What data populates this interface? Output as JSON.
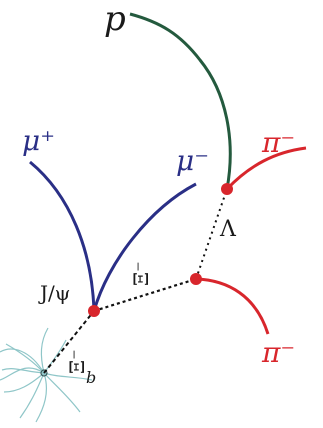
{
  "colors": {
    "background": "#ffffff",
    "proton_track": "#245a3e",
    "muon_track": "#2a2f86",
    "pion_track": "#d8262c",
    "vertex": "#d8262c",
    "neutral_track": "#111111",
    "primary_vertex_tracks": "#8fc6c8",
    "label_dark": "#1a1a1a"
  },
  "labels": {
    "proton": "p",
    "muon_plus": "μ⁺",
    "muon_minus": "μ⁻",
    "pion_minus_upper": "π⁻",
    "pion_minus_lower": "π⁻",
    "lambda": "Λ",
    "jpsi": "J/ψ",
    "xi_minus": "Ξ⁻",
    "xi_b_minus": "Ξ⁻",
    "xi_b_subscript": "b"
  },
  "icons": {
    "primary_vertex": "primary-vertex-starburst-icon"
  }
}
